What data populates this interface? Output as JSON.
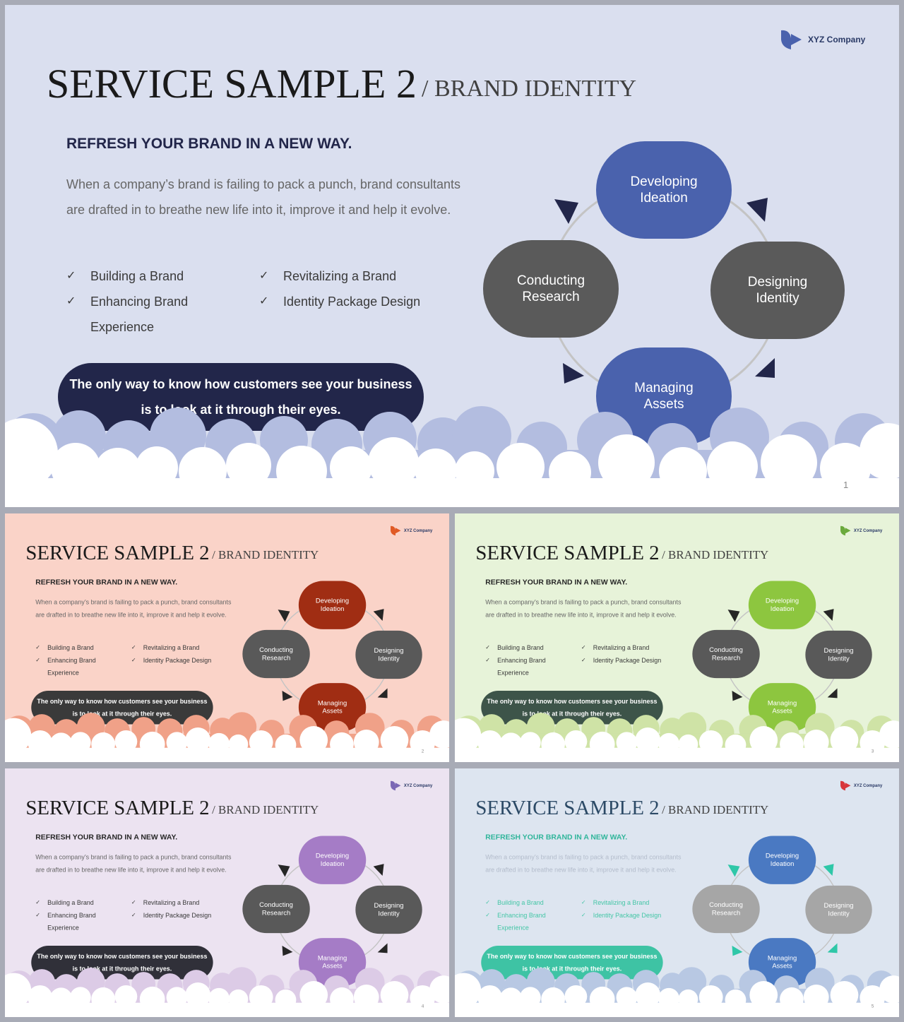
{
  "slides": [
    {
      "page_number": "1",
      "logo_text": "XYZ Company",
      "title": "SERVICE SAMPLE 2",
      "subtitle": "/ BRAND IDENTITY",
      "heading": "REFRESH YOUR BRAND IN A NEW WAY.",
      "paragraph": "When a company’s brand is failing to pack a punch, brand consultants are drafted in to breathe new life into it, improve it and help it evolve.",
      "bullets": [
        "Building a Brand",
        "Enhancing Brand",
        "Experience",
        "Revitalizing a Brand",
        "Identity Package Design"
      ],
      "check_glyph": "✓",
      "quote_line1": "The only way to know how customers see your business",
      "quote_line2": "is to look at it through their eyes.",
      "cycle": [
        "Developing",
        "Ideation",
        "Designing",
        "Identity",
        "Managing",
        "Assets",
        "Conducting",
        "Research"
      ],
      "colors": {
        "bg": "#dadfef",
        "accent": "#4a62ad",
        "dark_node": "#5a5a5a",
        "quote_bg": "#22264a",
        "heading": "#22264a",
        "arrow": "#22264a",
        "clouds_back": "#b3bde0",
        "logo": "#4a62ad",
        "title": "#1a1a1a",
        "para": "#666666",
        "bullet": "#3a3a3a"
      }
    },
    {
      "page_number": "2",
      "logo_text": "XYZ Company",
      "title": "SERVICE SAMPLE 2",
      "subtitle": "/ BRAND IDENTITY",
      "heading": "REFRESH YOUR BRAND IN A NEW WAY.",
      "paragraph": "When a company’s brand is failing to pack a punch, brand consultants are drafted in to breathe new life into it, improve it and help it evolve.",
      "bullets": [
        "Building a Brand",
        "Enhancing Brand",
        "Experience",
        "Revitalizing a Brand",
        "Identity Package Design"
      ],
      "check_glyph": "✓",
      "quote_line1": "The only way to know how customers see your business",
      "quote_line2": "is to look at it through their eyes.",
      "cycle": [
        "Developing",
        "Ideation",
        "Designing",
        "Identity",
        "Managing",
        "Assets",
        "Conducting",
        "Research"
      ],
      "colors": {
        "bg": "#fad3c8",
        "accent": "#a02d13",
        "dark_node": "#595959",
        "quote_bg": "#3a3a3a",
        "heading": "#262626",
        "arrow": "#262626",
        "clouds_back": "#f0a188",
        "logo": "#e05a25",
        "title": "#1a1a1a",
        "para": "#666666",
        "bullet": "#3a3a3a"
      }
    },
    {
      "page_number": "3",
      "logo_text": "XYZ Company",
      "title": "SERVICE SAMPLE 2",
      "subtitle": "/ BRAND IDENTITY",
      "heading": "REFRESH YOUR BRAND IN A NEW WAY.",
      "paragraph": "When a company’s brand is failing to pack a punch, brand consultants are drafted in to breathe new life into it, improve it and help it evolve.",
      "bullets": [
        "Building a Brand",
        "Enhancing Brand",
        "Experience",
        "Revitalizing a Brand",
        "Identity Package Design"
      ],
      "check_glyph": "✓",
      "quote_line1": "The only way to know how customers see your business",
      "quote_line2": "is to look at it through their eyes.",
      "cycle": [
        "Developing",
        "Ideation",
        "Designing",
        "Identity",
        "Managing",
        "Assets",
        "Conducting",
        "Research"
      ],
      "colors": {
        "bg": "#e7f3d9",
        "accent": "#8dc63f",
        "dark_node": "#595959",
        "quote_bg": "#3d5449",
        "heading": "#262626",
        "arrow": "#262626",
        "clouds_back": "#cfe3a6",
        "logo": "#6aa93c",
        "title": "#1a1a1a",
        "para": "#666666",
        "bullet": "#3a3a3a"
      }
    },
    {
      "page_number": "4",
      "logo_text": "XYZ Company",
      "title": "SERVICE SAMPLE 2",
      "subtitle": "/ BRAND IDENTITY",
      "heading": "REFRESH YOUR BRAND IN A NEW WAY.",
      "paragraph": "When a company’s brand is failing to pack a punch, brand consultants are drafted in to breathe new life into it, improve it and help it evolve.",
      "bullets": [
        "Building a Brand",
        "Enhancing Brand",
        "Experience",
        "Revitalizing a Brand",
        "Identity Package Design"
      ],
      "check_glyph": "✓",
      "quote_line1": "The only way to know how customers see your business",
      "quote_line2": "is to look at it through their eyes.",
      "cycle": [
        "Developing",
        "Ideation",
        "Designing",
        "Identity",
        "Managing",
        "Assets",
        "Conducting",
        "Research"
      ],
      "colors": {
        "bg": "#ece3f1",
        "accent": "#a57cc6",
        "dark_node": "#595959",
        "quote_bg": "#303039",
        "heading": "#262626",
        "arrow": "#262626",
        "clouds_back": "#dccbe6",
        "logo": "#7b68b5",
        "title": "#1a1a1a",
        "para": "#666666",
        "bullet": "#3a3a3a"
      }
    },
    {
      "page_number": "5",
      "logo_text": "XYZ Company",
      "title": "SERVICE SAMPLE 2",
      "subtitle": "/ BRAND IDENTITY",
      "heading": "REFRESH YOUR BRAND IN A NEW WAY.",
      "paragraph": "When a company’s brand is failing to pack a punch, brand consultants are drafted in to breathe new life into it, improve it and help it evolve.",
      "bullets": [
        "Building a Brand",
        "Enhancing Brand",
        "Experience",
        "Revitalizing a Brand",
        "Identity Package Design"
      ],
      "check_glyph": "✓",
      "quote_line1": "The only way to know how customers see your business",
      "quote_line2": "is to look at it through their eyes.",
      "cycle": [
        "Developing",
        "Ideation",
        "Designing",
        "Identity",
        "Managing",
        "Assets",
        "Conducting",
        "Research"
      ],
      "colors": {
        "bg": "#dde5f0",
        "accent": "#4a79c2",
        "dark_node": "#a6a6a6",
        "quote_bg": "#3ec3a4",
        "heading": "#2fb59a",
        "arrow": "#2fc7a8",
        "clouds_back": "#b8c8e3",
        "logo": "#d8363b",
        "title": "#2c4a66",
        "para": "#b3bccb",
        "bullet": "#44c6a6"
      }
    }
  ]
}
